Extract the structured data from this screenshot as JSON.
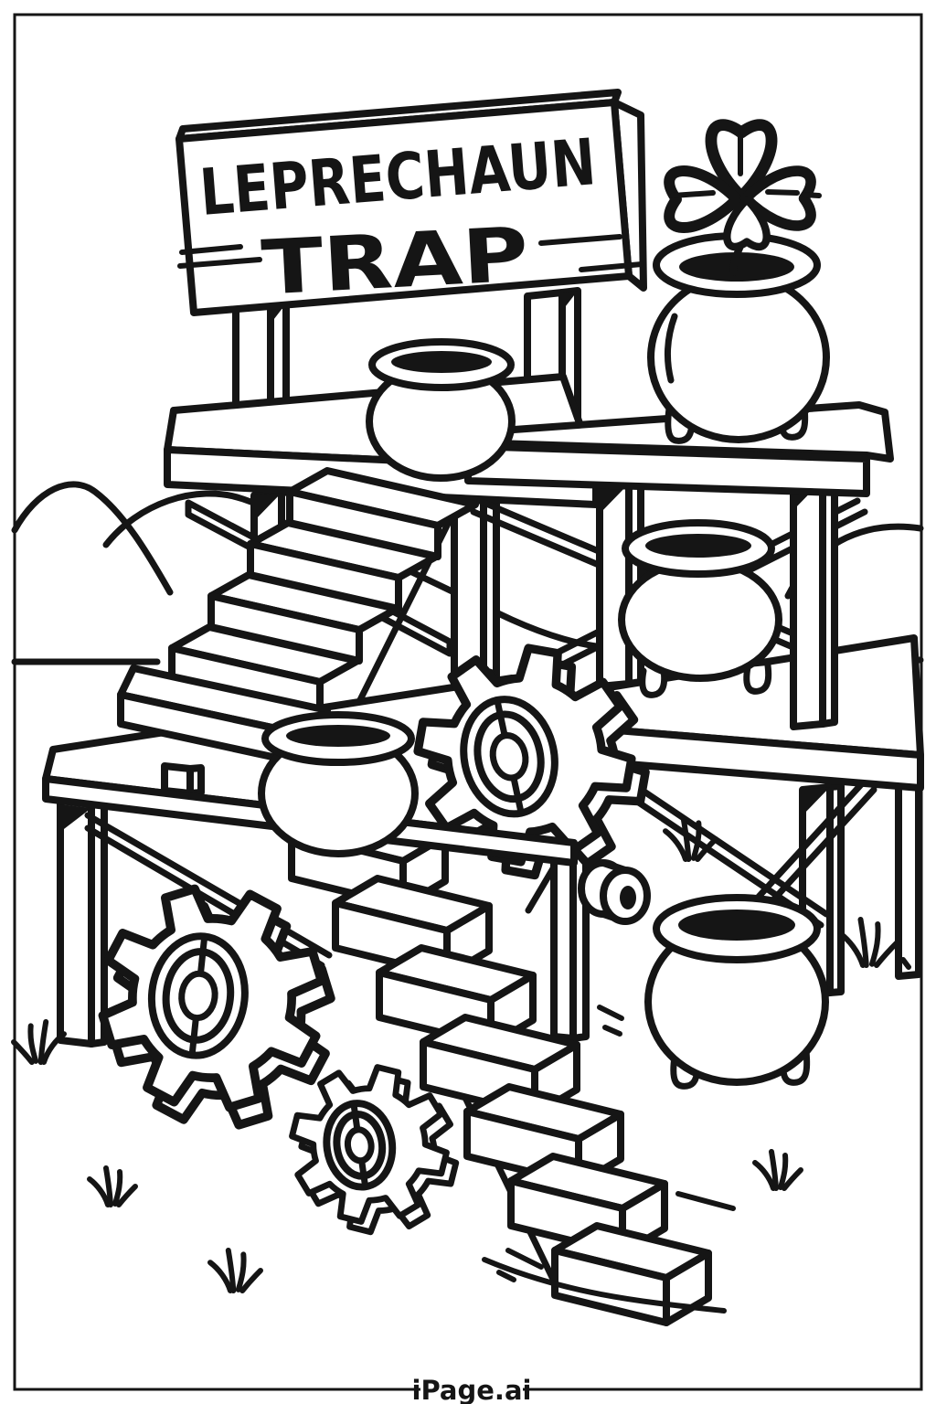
{
  "sign": {
    "line1": "LEPRECHAUN",
    "line2": "TRAP"
  },
  "footer": {
    "brand": "iPage.ai"
  },
  "colors": {
    "ink": "#151515",
    "paper": "#ffffff"
  }
}
